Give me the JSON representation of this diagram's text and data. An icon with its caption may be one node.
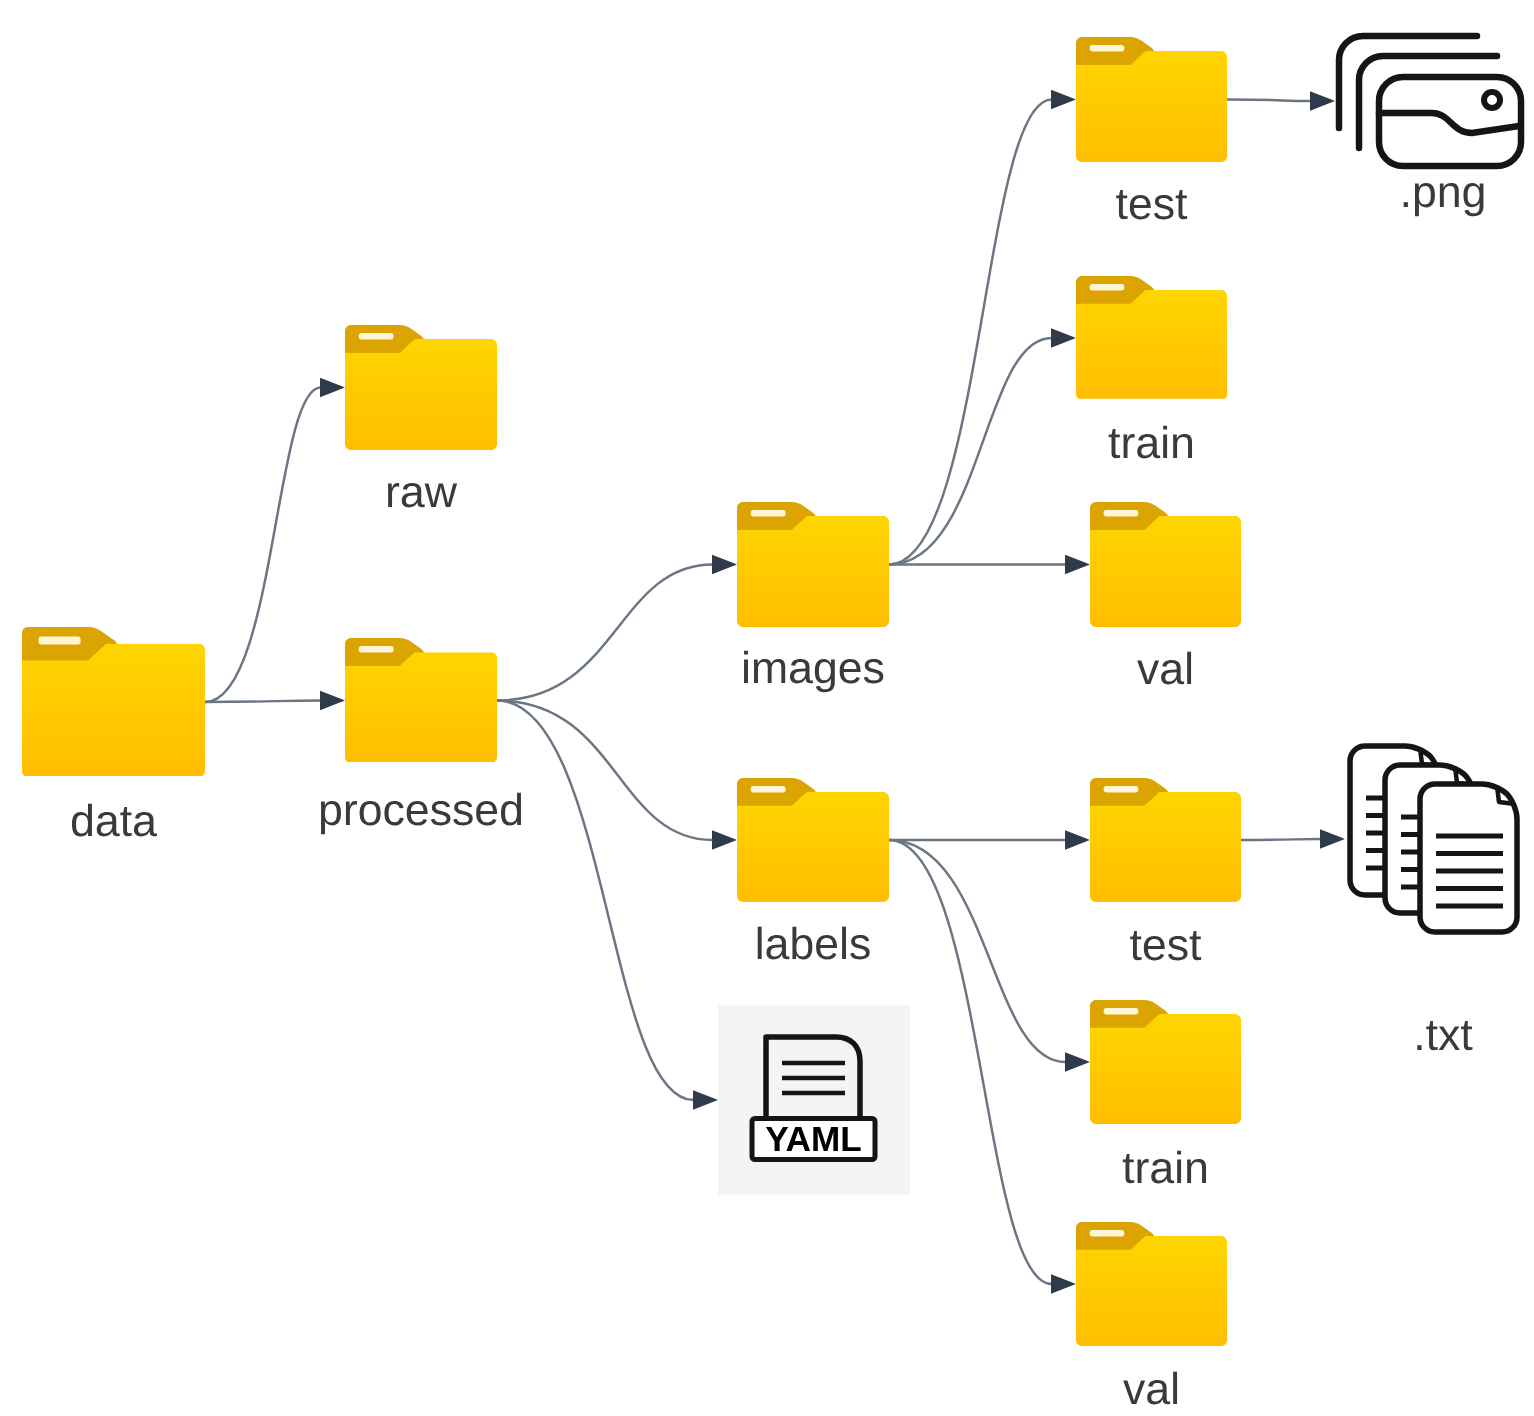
{
  "diagram": {
    "nodes": [
      {
        "text": [
          "data"
        ]
      },
      {
        "text": [
          "raw"
        ]
      },
      {
        "text": [
          "processed"
        ]
      },
      {
        "text": [
          "images"
        ]
      },
      {
        "text": [
          "labels"
        ]
      },
      {
        "text": [
          "YAML"
        ]
      },
      {
        "text": [
          "test"
        ]
      },
      {
        "text": [
          "train"
        ]
      },
      {
        "text": [
          "val"
        ]
      },
      {
        "text": [
          ".png"
        ]
      },
      {
        "text": [
          "test"
        ]
      },
      {
        "text": [
          "train"
        ]
      },
      {
        "text": [
          "val"
        ]
      },
      {
        "text": [
          ".txt"
        ]
      }
    ],
    "edges": [
      {
        "from": 0,
        "to": 1,
        "arrow": "to"
      },
      {
        "from": 0,
        "to": 2,
        "arrow": "to"
      },
      {
        "from": 2,
        "to": 3,
        "arrow": "to"
      },
      {
        "from": 2,
        "to": 4,
        "arrow": "to"
      },
      {
        "from": 2,
        "to": 5,
        "arrow": "to"
      },
      {
        "from": 3,
        "to": 6,
        "arrow": "to"
      },
      {
        "from": 3,
        "to": 7,
        "arrow": "to"
      },
      {
        "from": 3,
        "to": 8,
        "arrow": "to"
      },
      {
        "from": 6,
        "to": 9,
        "arrow": "to"
      },
      {
        "from": 4,
        "to": 10,
        "arrow": "to"
      },
      {
        "from": 4,
        "to": 11,
        "arrow": "to"
      },
      {
        "from": 4,
        "to": 12,
        "arrow": "to"
      },
      {
        "from": 10,
        "to": 13,
        "arrow": "to"
      }
    ]
  }
}
